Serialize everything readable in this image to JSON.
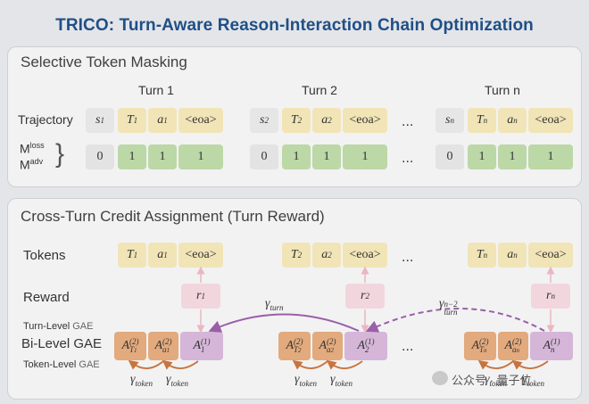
{
  "title": "TRICO: Turn-Aware Reason-Interaction Chain Optimization",
  "section1": {
    "title": "Selective Token Masking",
    "turns": [
      "Turn 1",
      "Turn 2",
      "Turn n"
    ],
    "row_traj": "Trajectory",
    "row_mloss": "M",
    "mloss_sup": "loss",
    "row_madv": "M",
    "madv_sup": "adv",
    "dots": "...",
    "traj": [
      {
        "s": "s",
        "ssub": "1",
        "T": "T",
        "Tsub": "1",
        "a": "a",
        "asub": "1",
        "eoa": "<eoa>"
      },
      {
        "s": "s",
        "ssub": "2",
        "T": "T",
        "Tsub": "2",
        "a": "a",
        "asub": "2",
        "eoa": "<eoa>"
      },
      {
        "s": "s",
        "ssub": "n",
        "T": "T",
        "Tsub": "n",
        "a": "a",
        "asub": "n",
        "eoa": "<eoa>"
      }
    ],
    "mask": [
      "0",
      "1",
      "1",
      "1"
    ]
  },
  "section2": {
    "title": "Cross-Turn Credit Assignment (Turn Reward)",
    "row_tokens": "Tokens",
    "row_reward": "Reward",
    "turn_level": "Turn-Level",
    "gae": "GAE",
    "bilevel": "Bi-Level GAE",
    "token_level": "Token-Level",
    "dots": "...",
    "tokens": [
      {
        "T": "T",
        "Tsub": "1",
        "a": "a",
        "asub": "1",
        "eoa": "<eoa>"
      },
      {
        "T": "T",
        "Tsub": "2",
        "a": "a",
        "asub": "2",
        "eoa": "<eoa>"
      },
      {
        "T": "T",
        "Tsub": "n",
        "a": "a",
        "asub": "n",
        "eoa": "<eoa>"
      }
    ],
    "rewards": [
      {
        "r": "r",
        "sub": "1"
      },
      {
        "r": "r",
        "sub": "2"
      },
      {
        "r": "r",
        "sub": "n"
      }
    ],
    "adv": [
      {
        "A": "A",
        "sup": "(2)",
        "t_sub": "T",
        "t_subsub": "1",
        "a_sub": "a",
        "a_subsub": "1",
        "e_sup": "(1)",
        "e_sub": "1"
      },
      {
        "A": "A",
        "sup": "(2)",
        "t_sub": "T",
        "t_subsub": "2",
        "a_sub": "a",
        "a_subsub": "2",
        "e_sup": "(1)",
        "e_sub": "2"
      },
      {
        "A": "A",
        "sup": "(2)",
        "t_sub": "T",
        "t_subsub": "n",
        "a_sub": "a",
        "a_subsub": "n",
        "e_sup": "(1)",
        "e_sub": "n"
      }
    ],
    "gamma": "γ",
    "gamma_turn_sub": "turn",
    "gamma_token_sub": "token",
    "gamma_turn2_sup": "n−2",
    "gamma_turn2_sub": "turn"
  },
  "watermark": "公众号 · 量子位"
}
